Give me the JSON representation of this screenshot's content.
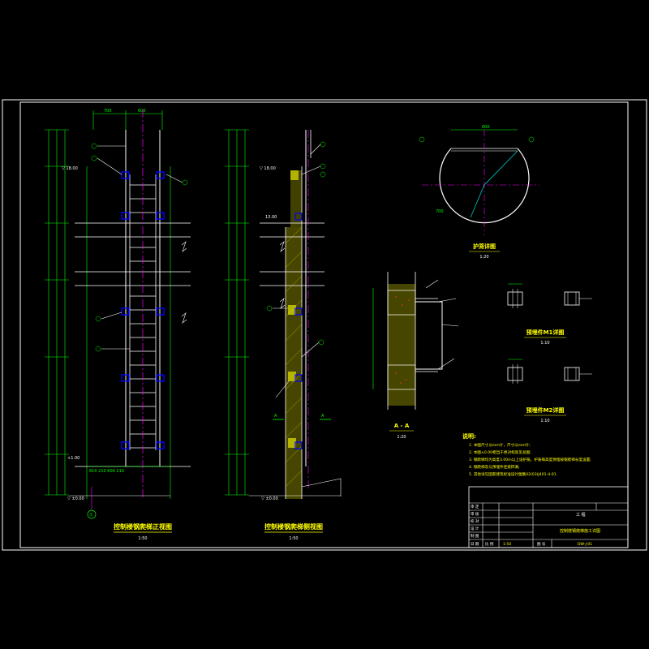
{
  "colors": {
    "background": "#000000",
    "frame": "#ffffff",
    "dimension": "#00ff00",
    "text": "#ffff00",
    "centerline": "#ff00ff",
    "member": "#ffffff",
    "anchor": "#0000ff",
    "concrete": "#808000",
    "leader": "#00ffff",
    "grid": "#00ff00"
  },
  "views": {
    "front_title": "控制楼钢爬梯正视图",
    "front_scale": "1:50",
    "side_title": "控制楼钢爬梯侧视图",
    "side_scale": "1:50",
    "cage_title": "护笼详图",
    "cage_scale": "1:20",
    "section_title": "A - A",
    "section_scale": "1:20",
    "embed1_title": "预埋件M1详图",
    "embed1_scale": "1:10",
    "embed2_title": "预埋件M2详图",
    "embed2_scale": "1:10",
    "section_marker_left": "A",
    "section_marker_right": "A",
    "axis_bubble": "①"
  },
  "levels": {
    "top": "▽ 18.00",
    "mid": "13.00",
    "low": "+1.00",
    "ground": "▽ ±0.00"
  },
  "dimensions": {
    "top_left": "700",
    "top_right": "600",
    "bottom_row": "810  210  600  210",
    "cage_width": "600",
    "cage_radius": "700"
  },
  "notes": {
    "heading": "说明:",
    "items": [
      "1. 本图尺寸以mm计，尺寸以mm计;",
      "2. 本图±0.00相当于绝对标高见总图;",
      "3. 钢爬梯均为高度3.00m以上设护笼，护笼每高度预埋按钢爬梯长度设置;",
      "4. 钢爬梯及与预埋件连接焊满;",
      "5. 其他详见国家建筑标准设计图集02(03)J401-4-01."
    ]
  },
  "title_block": {
    "rows_left": [
      "审 定",
      "审 核",
      "校 对",
      "设 计",
      "制 图",
      "日 期"
    ],
    "project_label": "工 程",
    "drawing_title": "控制楼钢爬梯施工详图",
    "drawing_no_label": "图 号",
    "scale_label": "比 例",
    "scale_value": "1:50",
    "drawing_no": "DW-J-01"
  }
}
